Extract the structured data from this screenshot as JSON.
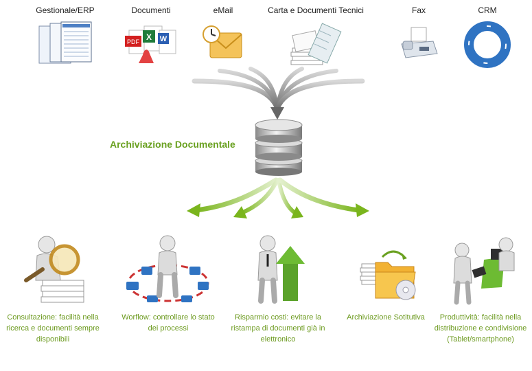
{
  "colors": {
    "accent_green": "#7ab51d",
    "label_green": "#6c9a1f",
    "arrow_gray": "#9a9a9a",
    "crm_blue": "#2f73c2"
  },
  "sources": [
    {
      "label": "Gestionale/ERP",
      "icon": "erp-screens-icon"
    },
    {
      "label": "Documenti",
      "icon": "office-documents-icon"
    },
    {
      "label": "eMail",
      "icon": "email-envelope-icon"
    },
    {
      "label": "Carta e Documenti Tecnici",
      "icon": "paper-stack-icon"
    },
    {
      "label": "Fax",
      "icon": "fax-machine-icon"
    },
    {
      "label": "CRM",
      "icon": "crm-cycle-icon"
    }
  ],
  "office_letters": {
    "pdf": "PDF",
    "excel": "X",
    "word": "W"
  },
  "center": {
    "title": "Archiviazione Documentale",
    "icon": "database-icon"
  },
  "outcomes": [
    {
      "label": "Consultazione: facilità nella ricerca e documenti sempre disponibili",
      "icon": "magnifier-person-icon"
    },
    {
      "label": "Worflow: controllare lo stato dei processi",
      "icon": "workflow-person-icon"
    },
    {
      "label": "Risparmio costi: evitare la ristampa di documenti già in elettronico",
      "icon": "growth-arrow-person-icon"
    },
    {
      "label": "Archiviazione Sotitutiva",
      "icon": "folder-archive-icon"
    },
    {
      "label": "Produttività: facilità nella distribuzione e condivisione (Tablet/smartphone)",
      "icon": "collaboration-people-icon"
    }
  ]
}
